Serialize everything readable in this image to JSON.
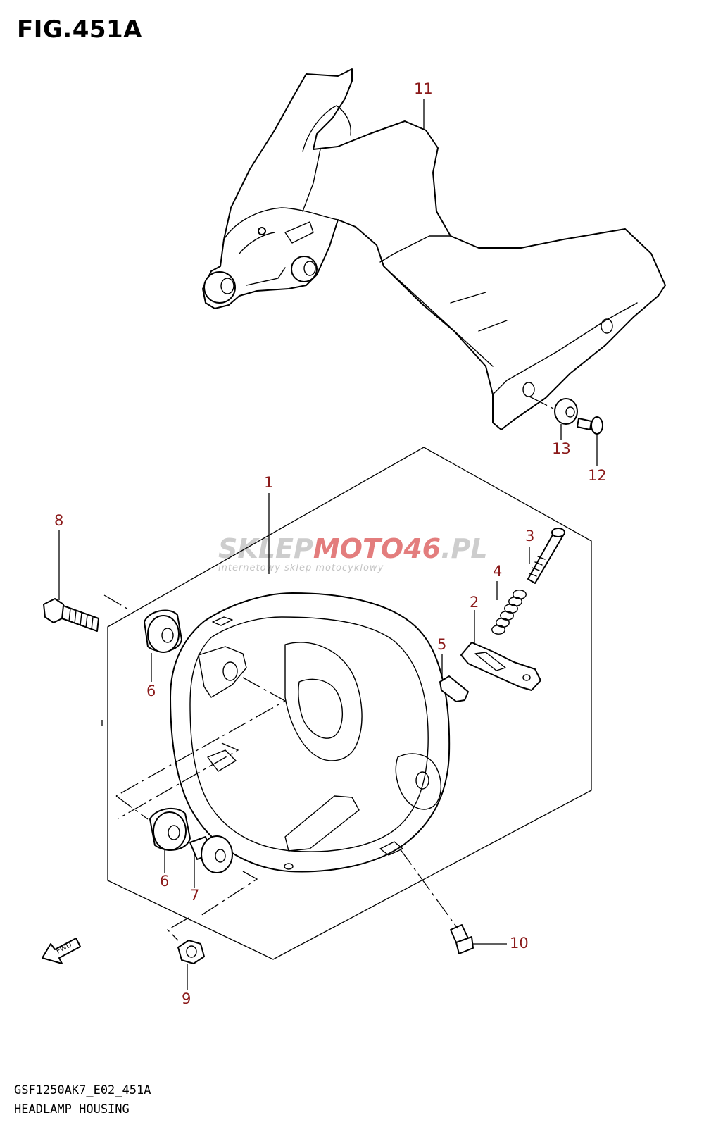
{
  "figure": {
    "title": "FIG.451A",
    "code": "GSF1250AK7_E02_451A",
    "name": "HEADLAMP HOUSING"
  },
  "watermark": {
    "brand_part1": "SKLEP",
    "brand_part2": "MOTO",
    "brand_part3": "46",
    "brand_part4": ".PL",
    "tagline": "internetowy sklep motocyklowy"
  },
  "fwd_label": "FWD",
  "callouts": {
    "c1": "1",
    "c2": "2",
    "c3": "3",
    "c4": "4",
    "c5": "5",
    "c6a": "6",
    "c6b": "6",
    "c7": "7",
    "c8": "8",
    "c9": "9",
    "c10": "10",
    "c11": "11",
    "c12": "12",
    "c13": "13"
  },
  "colors": {
    "callout": "#8b1a1a",
    "watermark_grey": "#c8c8c8",
    "watermark_red": "#e07070"
  }
}
